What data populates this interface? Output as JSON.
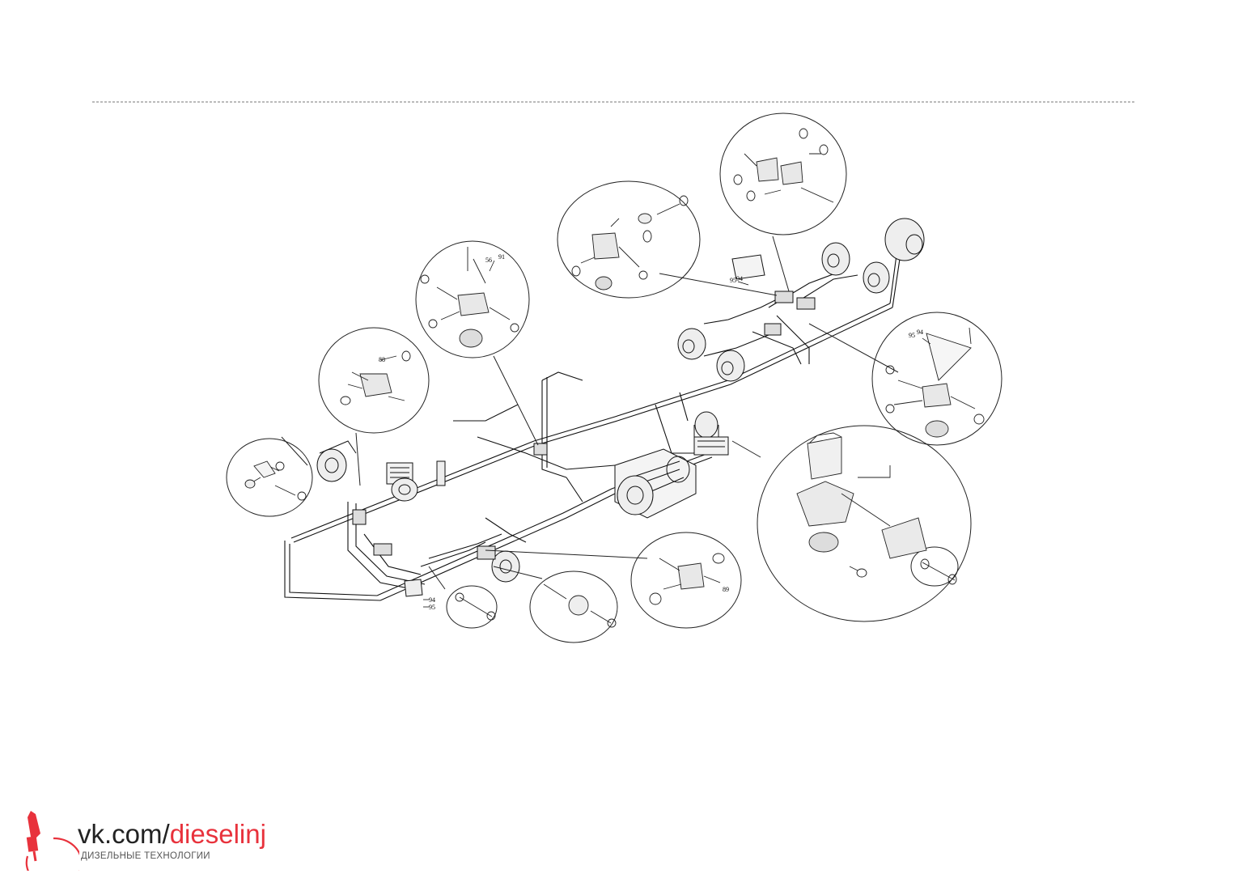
{
  "diagram": {
    "callouts": {
      "c56": "56",
      "c91": "91",
      "c88": "88",
      "c89": "89",
      "c94a": "94",
      "c95a": "95",
      "c94b": "94",
      "c95b": "95",
      "c94c": "94",
      "c95c": "95"
    }
  },
  "watermark": {
    "prefix": "vk.com/",
    "handle": "dieselinj",
    "subtitle": "ДИЗЕЛЬНЫЕ ТЕХНОЛОГИИ",
    "colors": {
      "prefix": "#222222",
      "handle": "#e8323c",
      "logo": "#e8323c",
      "subtitle": "#555555"
    },
    "logo_icon": "injector-logo-icon"
  }
}
